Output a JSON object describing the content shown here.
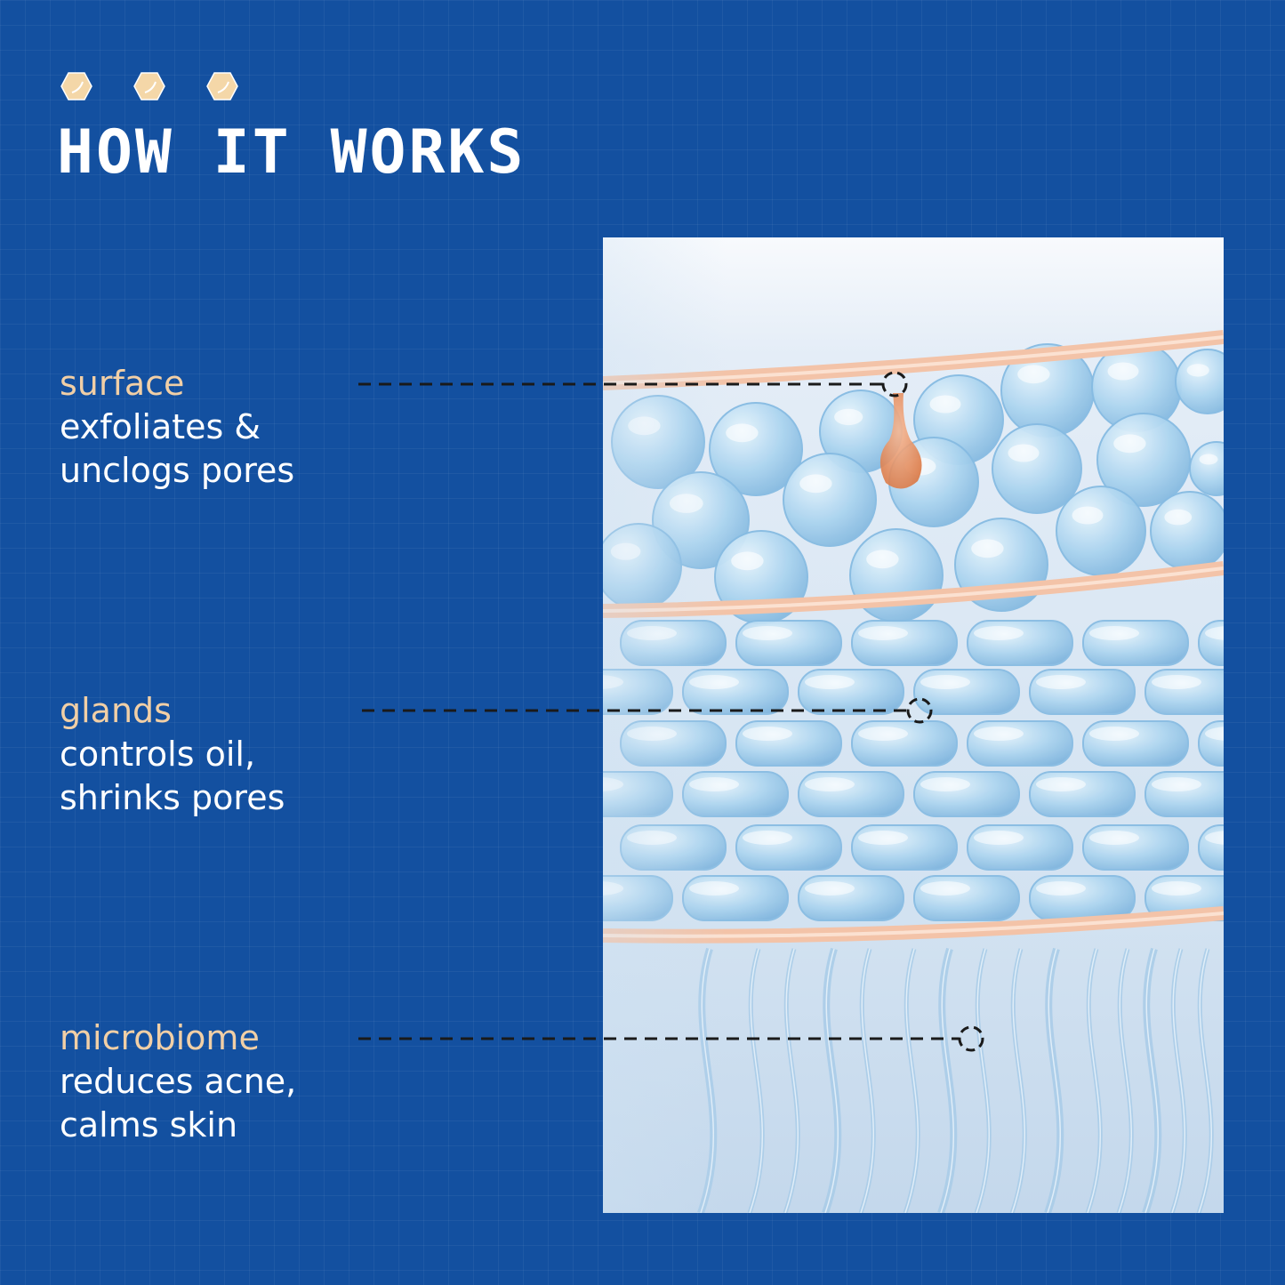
{
  "title": "HOW IT WORKS",
  "icons": [
    "hexagon-icon",
    "hexagon-icon",
    "hexagon-icon"
  ],
  "colors": {
    "background": "#1350a0",
    "heading_accent": "#f1cfa6",
    "body_text": "#ffffff",
    "skin_membrane": "#f3c3a8",
    "cell_blue": "#a9d2ee"
  },
  "callouts": [
    {
      "heading": "surface",
      "description": "exfoliates &\nunclogs pores"
    },
    {
      "heading": "glands",
      "description": "controls oil,\nshrinks pores"
    },
    {
      "heading": "microbiome",
      "description": "reduces acne,\ncalms skin"
    }
  ]
}
